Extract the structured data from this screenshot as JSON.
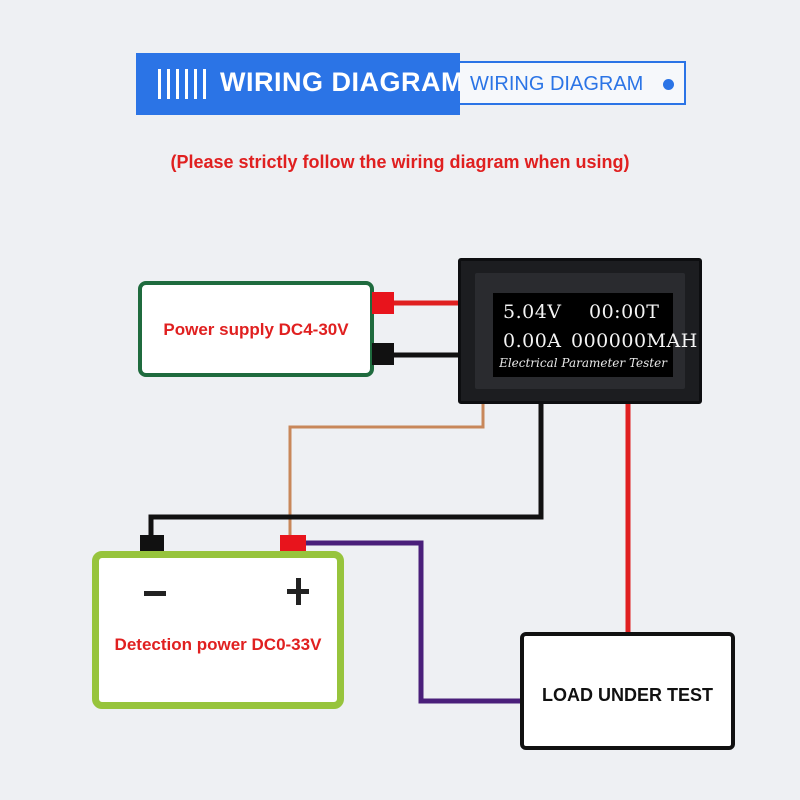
{
  "header": {
    "title": "WIRING DIAGRAM",
    "subtitle": "WIRING DIAGRAM",
    "instruction": "(Please strictly follow the wiring diagram when using)"
  },
  "power_supply": {
    "label": "Power supply DC4-30V"
  },
  "meter": {
    "voltage": "5.04V",
    "time": "00:00T",
    "current": "0.00A",
    "capacity": "000000MAH",
    "caption": "Electrical Parameter Tester"
  },
  "battery": {
    "label": "Detection power DC0-33V",
    "minus_symbol": "−",
    "plus_symbol": "+"
  },
  "load": {
    "label": "LOAD UNDER TEST"
  },
  "colors": {
    "accent": "#2b74e6",
    "text_red": "#e02020",
    "wire_red": "#e02020",
    "wire_black": "#111111",
    "wire_brown": "#c8875a",
    "wire_purple": "#4a1f7a",
    "power_border": "#1f6b3e",
    "battery_border": "#97c43c"
  }
}
